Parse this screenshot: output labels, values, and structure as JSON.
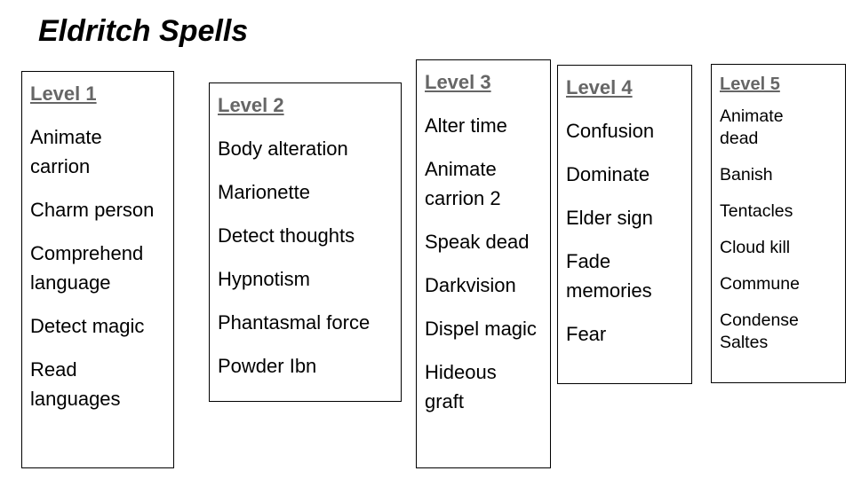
{
  "title": "Eldritch Spells",
  "columns": [
    {
      "heading": "Level 1",
      "items": [
        "Animate carrion",
        "Charm person",
        "Comprehend language",
        "Detect magic",
        "Read languages"
      ]
    },
    {
      "heading": "Level 2",
      "items": [
        "Body alteration",
        "Marionette",
        "Detect thoughts",
        "Hypnotism",
        "Phantasmal force",
        "Powder Ibn"
      ]
    },
    {
      "heading": "Level 3",
      "items": [
        "Alter time",
        "Animate carrion 2",
        "Speak dead",
        "Darkvision",
        "Dispel magic",
        "Hideous graft"
      ]
    },
    {
      "heading": "Level 4",
      "items": [
        "Confusion",
        "Dominate",
        "Elder sign",
        "Fade memories",
        "Fear"
      ]
    },
    {
      "heading": "Level 5",
      "items": [
        "Animate dead",
        "Banish",
        "Tentacles",
        "Cloud kill",
        "Commune",
        "Condense Saltes"
      ]
    }
  ]
}
